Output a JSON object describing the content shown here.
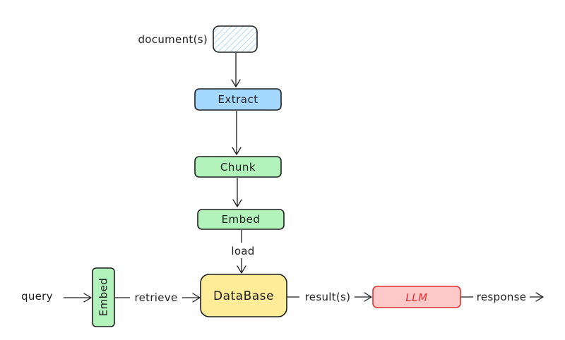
{
  "nodes": {
    "document": {
      "label": "document(s)",
      "fill": "#a5d8ff"
    },
    "extract": {
      "label": "Extract",
      "fill": "#a5d8ff"
    },
    "chunk": {
      "label": "Chunk",
      "fill": "#b2f2bb"
    },
    "embed": {
      "label": "Embed",
      "fill": "#b2f2bb"
    },
    "embed_query": {
      "label": "Embed",
      "fill": "#b2f2bb"
    },
    "database": {
      "label": "DataBase",
      "fill": "#ffec99"
    },
    "llm": {
      "label": "LLM",
      "fill": "#ffc9c9",
      "text_color": "#e03131",
      "stroke": "#e03131"
    }
  },
  "labels": {
    "query": "query",
    "load": "load",
    "retrieve": "retrieve",
    "results": "result(s)",
    "response": "response"
  },
  "colors": {
    "stroke": "#1e1e1e",
    "hatch": "#a5d8ff"
  }
}
